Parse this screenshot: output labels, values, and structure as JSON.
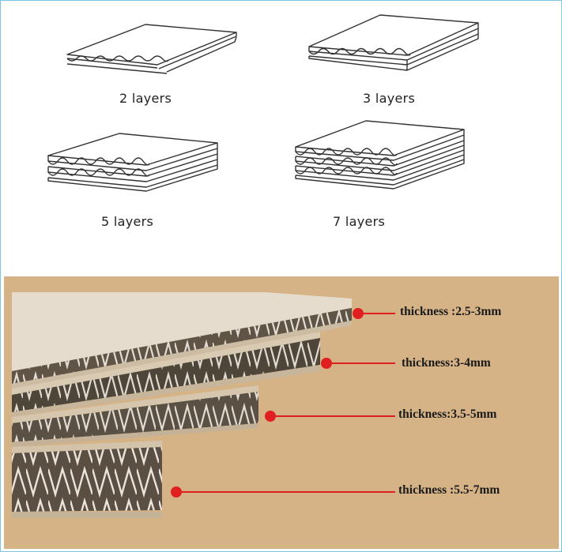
{
  "diagram": {
    "items": [
      {
        "label": "2 layers"
      },
      {
        "label": "3 layers"
      },
      {
        "label": "5 layers"
      },
      {
        "label": "7 layers"
      }
    ]
  },
  "photo": {
    "callouts": [
      {
        "label": "thickness :2.5-3mm"
      },
      {
        "label": "thickness:3-4mm"
      },
      {
        "label": "thickness:3.5-5mm"
      },
      {
        "label": "thickness :5.5-7mm"
      }
    ],
    "colors": {
      "background": "#d9b98c",
      "board": "#c9b497",
      "marker": "#e02020",
      "frame": "#7ec3e6"
    }
  }
}
